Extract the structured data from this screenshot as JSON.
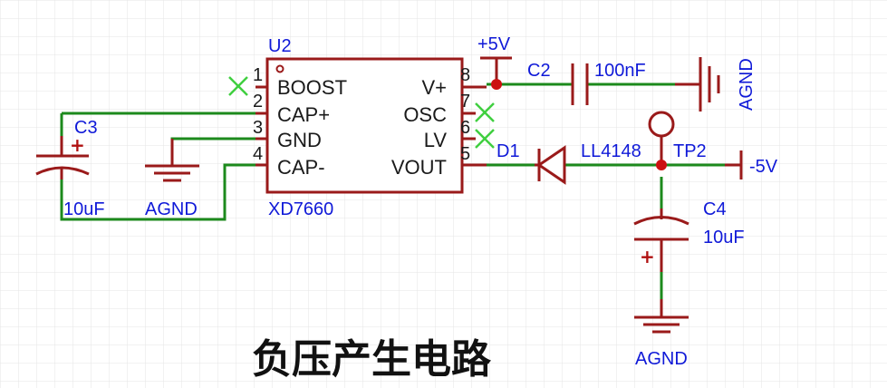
{
  "title": "负压产生电路",
  "u2": {
    "ref": "U2",
    "value": "XD7660",
    "pins": [
      {
        "num": "1",
        "name": "BOOST"
      },
      {
        "num": "2",
        "name": "CAP+"
      },
      {
        "num": "3",
        "name": "GND"
      },
      {
        "num": "4",
        "name": "CAP-"
      },
      {
        "num": "8",
        "name": "V+"
      },
      {
        "num": "7",
        "name": "OSC"
      },
      {
        "num": "6",
        "name": "LV"
      },
      {
        "num": "5",
        "name": "VOUT"
      }
    ]
  },
  "c3": {
    "ref": "C3",
    "value": "10uF"
  },
  "c2": {
    "ref": "C2",
    "value": "100nF"
  },
  "c4": {
    "ref": "C4",
    "value": "10uF"
  },
  "d1": {
    "ref": "D1",
    "value": "LL4148"
  },
  "tp2": {
    "ref": "TP2"
  },
  "nets": {
    "plus5v": "+5V",
    "minus5v": "-5V",
    "agnd_c2": "AGND",
    "agnd_left": "AGND",
    "agnd_c4": "AGND"
  },
  "plus_sign": "+",
  "colors": {
    "wire": "#1c8a1c",
    "component": "#9a1a1a",
    "label": "#0f19d8",
    "grid": "#e4e4e4"
  }
}
